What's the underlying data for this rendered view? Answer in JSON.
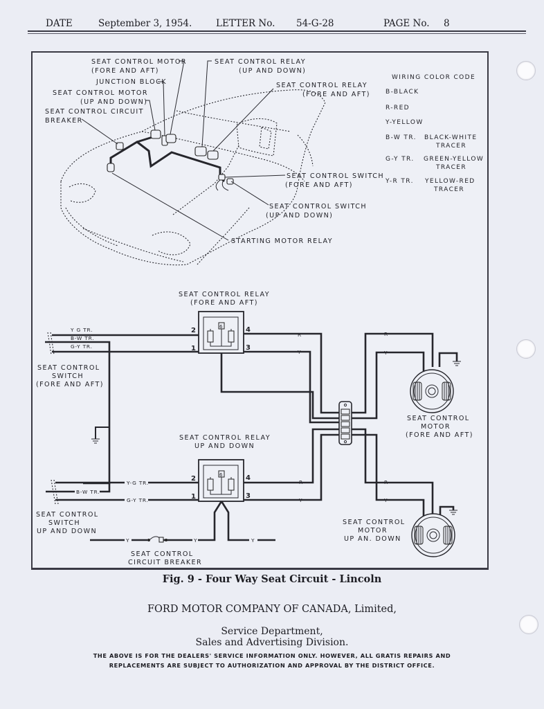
{
  "header": {
    "date_label": "DATE",
    "date_value": "September 3, 1954.",
    "letter_label": "LETTER No.",
    "letter_value": "54-G-28",
    "page_label": "PAGE No.",
    "page_value": "8"
  },
  "diagram": {
    "car_callouts": {
      "motor_fore_aft_1": "SEAT CONTROL MOTOR",
      "motor_fore_aft_2": "(FORE AND AFT)",
      "junction_block": "JUNCTION BLOCK",
      "motor_up_down_1": "SEAT CONTROL MOTOR",
      "motor_up_down_2": "(UP AND DOWN)",
      "breaker_1": "SEAT CONTROL CIRCUIT",
      "breaker_2": "BREAKER",
      "relay_up_down_1": "SEAT CONTROL RELAY",
      "relay_up_down_2": "(UP AND DOWN)",
      "relay_fore_aft_1": "SEAT CONTROL RELAY",
      "relay_fore_aft_2": "(FORE AND AFT)",
      "switch_fore_aft_1": "SEAT CONTROL SWITCH",
      "switch_fore_aft_2": "(FORE AND AFT)",
      "switch_up_down_1": "SEAT CONTROL SWITCH",
      "switch_up_down_2": "(UP AND DOWN)",
      "starting_relay": "STARTING MOTOR RELAY"
    },
    "color_code": {
      "title": "WIRING COLOR CODE",
      "entries": [
        {
          "code": "B-BLACK",
          "desc1": "",
          "desc2": ""
        },
        {
          "code": "R-RED",
          "desc1": "",
          "desc2": ""
        },
        {
          "code": "Y-YELLOW",
          "desc1": "",
          "desc2": ""
        },
        {
          "code": "B-W TR.",
          "desc1": "BLACK-WHITE",
          "desc2": "TRACER"
        },
        {
          "code": "G-Y TR.",
          "desc1": "GREEN-YELLOW",
          "desc2": "TRACER"
        },
        {
          "code": "Y-R TR.",
          "desc1": "YELLOW-RED",
          "desc2": "TRACER"
        }
      ]
    },
    "schematic": {
      "relay_fa_1": "SEAT CONTROL RELAY",
      "relay_fa_2": "(FORE AND AFT)",
      "relay_ud_1": "SEAT CONTROL RELAY",
      "relay_ud_2": "UP AND DOWN",
      "switch_fa_1": "SEAT CONTROL",
      "switch_fa_2": "SWITCH",
      "switch_fa_3": "(FORE AND AFT)",
      "switch_ud_1": "SEAT CONTROL",
      "switch_ud_2": "SWITCH",
      "switch_ud_3": "UP AND DOWN",
      "motor_fa_1": "SEAT CONTROL",
      "motor_fa_2": "MOTOR",
      "motor_fa_3": "(FORE AND AFT)",
      "motor_ud_1": "SEAT CONTROL",
      "motor_ud_2": "MOTOR",
      "motor_ud_3": "UP AN. DOWN",
      "breaker_1": "SEAT CONTROL",
      "breaker_2": "CIRCUIT BREAKER",
      "wire_yg": "Y G TR.",
      "wire_bw": "B-W TR.",
      "wire_gy": "G-Y TR.",
      "wire_yg2": "Y-G TR.",
      "wire_bw2": "B-W TR.",
      "wire_gy2": "G-Y TR.",
      "wire_r": "R",
      "wire_y": "Y",
      "relay_term_6": "6",
      "term_1": "1",
      "term_2": "2",
      "term_3": "3",
      "term_4": "4"
    }
  },
  "footer": {
    "figure_caption": "Fig. 9 - Four Way Seat Circuit - Lincoln",
    "company_name": "FORD MOTOR COMPANY OF CANADA,",
    "company_suffix": "Limited,",
    "department": "Service Department,",
    "division": "Sales and Advertising Division.",
    "disclaimer_1": "THE ABOVE IS FOR THE DEALERS' SERVICE INFORMATION ONLY. HOWEVER, ALL GRATIS REPAIRS AND",
    "disclaimer_2": "REPLACEMENTS ARE SUBJECT TO AUTHORIZATION AND APPROVAL BY THE DISTRICT OFFICE."
  }
}
